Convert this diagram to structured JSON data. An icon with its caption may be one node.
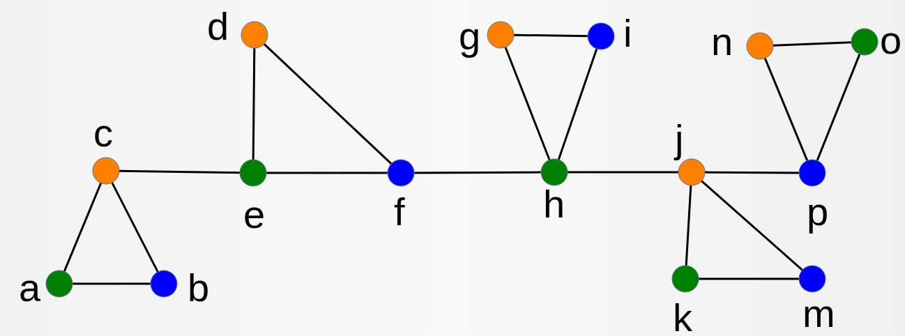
{
  "diagram": {
    "nodes": [
      {
        "text": [],
        "shape": "circle",
        "beside": [
          "a"
        ]
      },
      {
        "text": [],
        "shape": "circle",
        "beside": [
          "b"
        ]
      },
      {
        "text": [],
        "shape": "circle",
        "beside": [
          "c"
        ]
      },
      {
        "text": [],
        "shape": "circle",
        "beside": [
          "d"
        ]
      },
      {
        "text": [],
        "shape": "circle",
        "beside": [
          "e"
        ]
      },
      {
        "text": [],
        "shape": "circle",
        "beside": [
          "f"
        ]
      },
      {
        "text": [],
        "shape": "circle",
        "beside": [
          "g"
        ]
      },
      {
        "text": [],
        "shape": "circle",
        "beside": [
          "h"
        ]
      },
      {
        "text": [],
        "shape": "circle",
        "beside": [
          "i"
        ]
      },
      {
        "text": [],
        "shape": "circle",
        "beside": [
          "j"
        ]
      },
      {
        "text": [],
        "shape": "circle",
        "beside": [
          "k"
        ]
      },
      {
        "text": [],
        "shape": "circle",
        "beside": [
          "m"
        ]
      },
      {
        "text": [],
        "shape": "circle",
        "beside": [
          "n"
        ]
      },
      {
        "text": [],
        "shape": "circle",
        "beside": [
          "o"
        ]
      },
      {
        "text": [],
        "shape": "circle",
        "beside": [
          "p"
        ]
      }
    ],
    "edges": [
      {
        "from": 2,
        "to": 0,
        "arrow": "none"
      },
      {
        "from": 2,
        "to": 1,
        "arrow": "none"
      },
      {
        "from": 0,
        "to": 1,
        "arrow": "none"
      },
      {
        "from": 2,
        "to": 4,
        "arrow": "none"
      },
      {
        "from": 4,
        "to": 3,
        "arrow": "none"
      },
      {
        "from": 3,
        "to": 5,
        "arrow": "none"
      },
      {
        "from": 4,
        "to": 5,
        "arrow": "none"
      },
      {
        "from": 5,
        "to": 7,
        "arrow": "none"
      },
      {
        "from": 7,
        "to": 6,
        "arrow": "none"
      },
      {
        "from": 7,
        "to": 8,
        "arrow": "none"
      },
      {
        "from": 6,
        "to": 8,
        "arrow": "none"
      },
      {
        "from": 7,
        "to": 9,
        "arrow": "none"
      },
      {
        "from": 9,
        "to": 14,
        "arrow": "none"
      },
      {
        "from": 14,
        "to": 12,
        "arrow": "none"
      },
      {
        "from": 14,
        "to": 13,
        "arrow": "none"
      },
      {
        "from": 12,
        "to": 13,
        "arrow": "none"
      },
      {
        "from": 9,
        "to": 10,
        "arrow": "none"
      },
      {
        "from": 9,
        "to": 11,
        "arrow": "none"
      },
      {
        "from": 10,
        "to": 11,
        "arrow": "none"
      }
    ]
  }
}
